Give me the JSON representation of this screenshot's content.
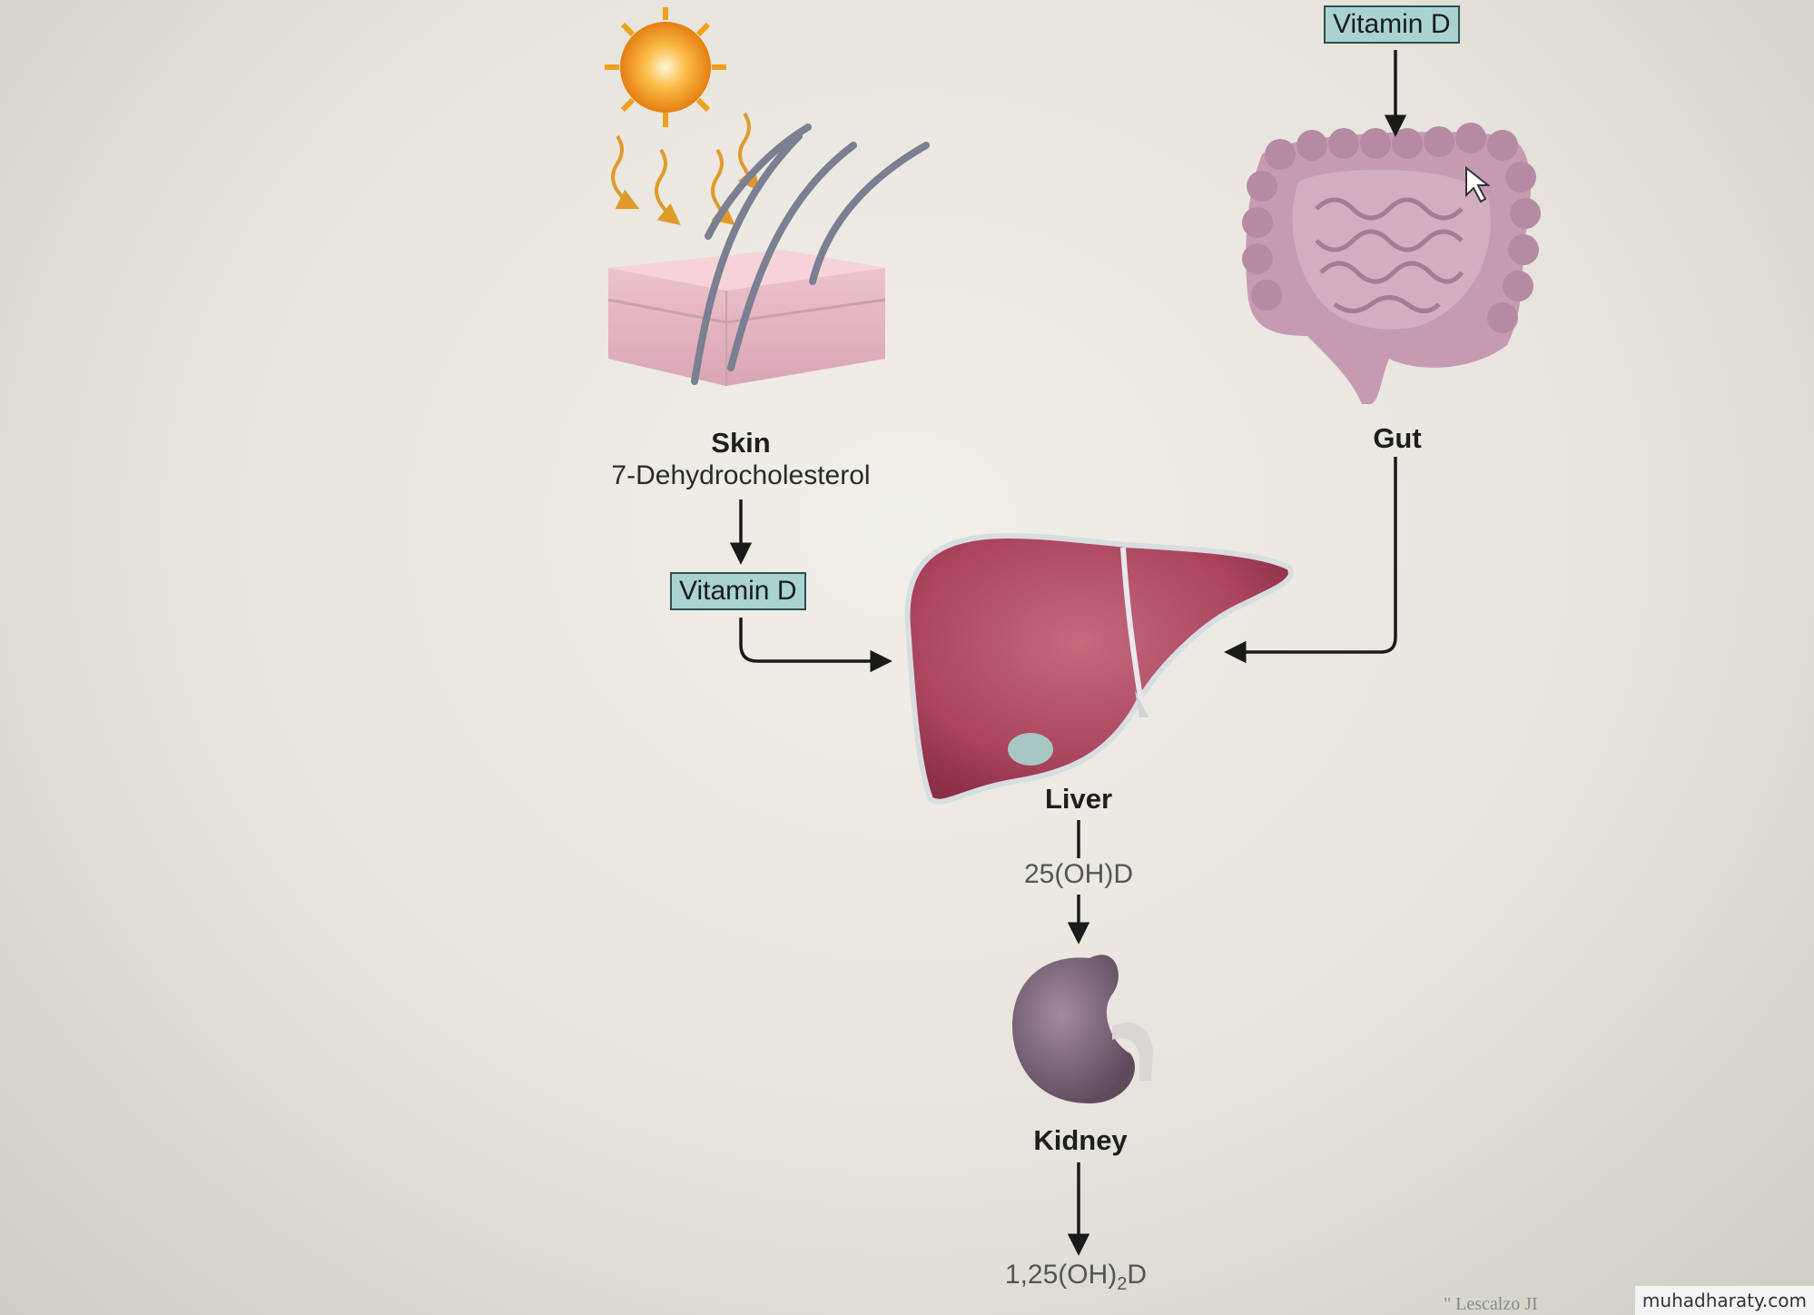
{
  "diagram": {
    "sun_icon": "sun-icon",
    "skin": {
      "title": "Skin",
      "subtitle": "7-Dehydrocholesterol"
    },
    "skin_vitamin_box": "Vitamin D",
    "gut": {
      "title": "Gut"
    },
    "gut_vitamin_box": "Vitamin D",
    "liver": {
      "title": "Liver"
    },
    "liver_product": "25(OH)D",
    "kidney": {
      "title": "Kidney"
    },
    "kidney_product_main": "1,25(OH)",
    "kidney_product_sub": "2",
    "kidney_product_end": "D"
  },
  "footer": {
    "watermark": "muhadharaty.com",
    "faint_text": "\" Lescalzo JI"
  },
  "colors": {
    "box_fill": "#a9d3d1",
    "liver": "#b04a62",
    "kidney": "#8a6d86",
    "gut": "#b891a8",
    "sun": "#f4a020"
  }
}
